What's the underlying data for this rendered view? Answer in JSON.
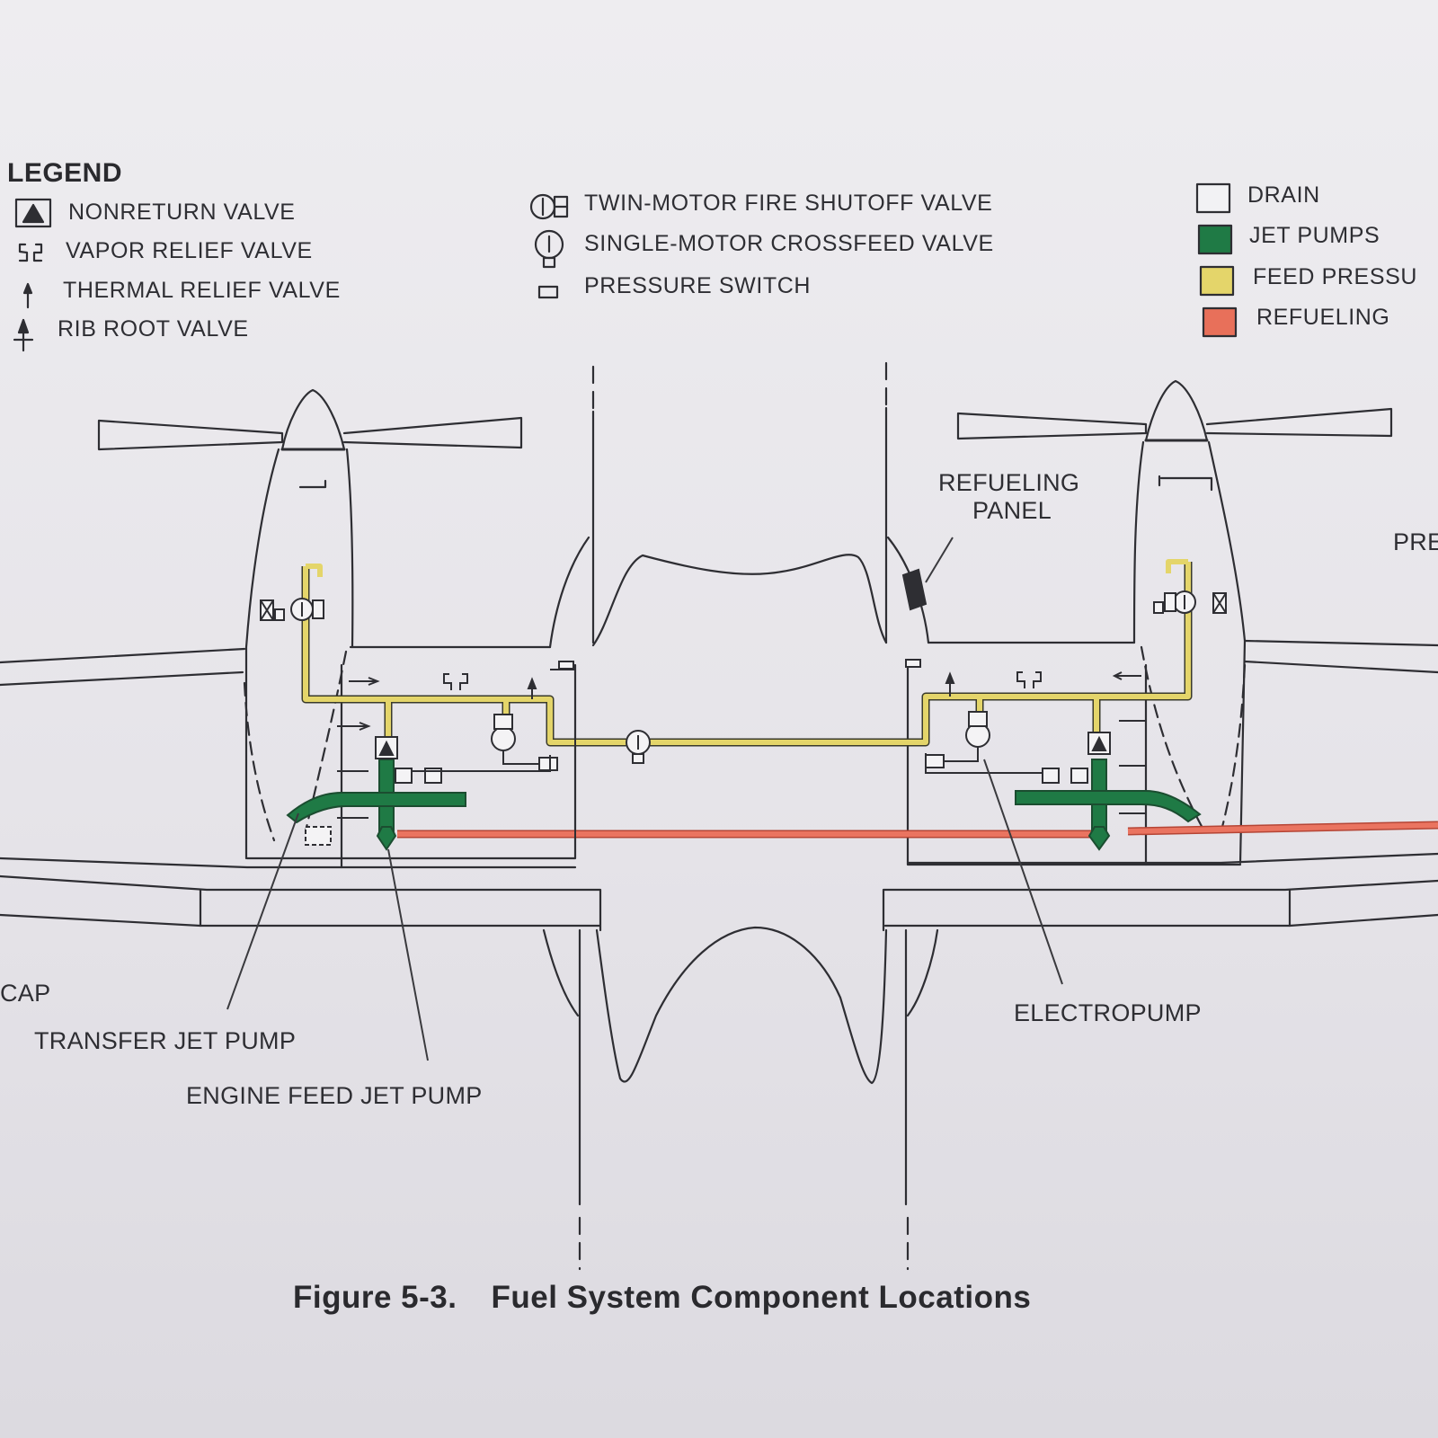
{
  "legend": {
    "title": "LEGEND",
    "valves": [
      {
        "label": "NONRETURN VALVE",
        "icon": "nonreturn-valve-icon"
      },
      {
        "label": "VAPOR RELIEF VALVE",
        "icon": "vapor-relief-valve-icon"
      },
      {
        "label": "THERMAL RELIEF VALVE",
        "icon": "thermal-relief-valve-icon"
      },
      {
        "label": "RIB ROOT VALVE",
        "icon": "rib-root-valve-icon"
      }
    ],
    "devices": [
      {
        "label": "TWIN-MOTOR FIRE SHUTOFF VALVE",
        "icon": "fire-shutoff-valve-icon"
      },
      {
        "label": "SINGLE-MOTOR CROSSFEED VALVE",
        "icon": "crossfeed-valve-icon"
      },
      {
        "label": "PRESSURE SWITCH",
        "icon": "pressure-switch-icon"
      }
    ],
    "colors": [
      {
        "label": "DRAIN",
        "color": "#f2f2f4"
      },
      {
        "label": "JET PUMPS",
        "color": "#1f7a45"
      },
      {
        "label": "FEED PRESSU",
        "color": "#e4d56a"
      },
      {
        "label": "REFUELING",
        "color": "#e8705a"
      }
    ]
  },
  "callouts": {
    "refueling_panel_line1": "REFUELING",
    "refueling_panel_line2": "PANEL",
    "pre_cut": "PRE",
    "cap_cut": "CAP",
    "transfer_jet_pump": "TRANSFER JET PUMP",
    "engine_feed_jet_pump": "ENGINE FEED JET PUMP",
    "electropump": "ELECTROPUMP"
  },
  "caption": {
    "number": "Figure 5-3.",
    "title": "Fuel System Component Locations"
  }
}
